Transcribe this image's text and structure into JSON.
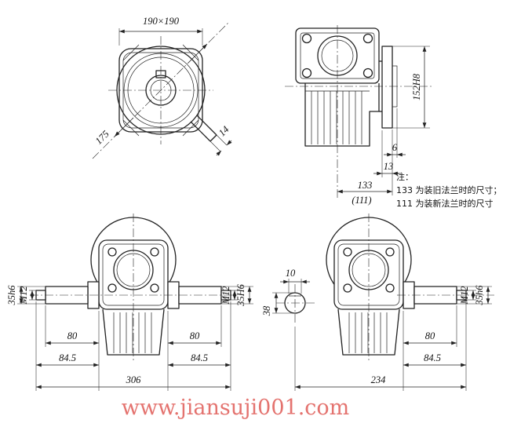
{
  "watermark": "www.jiansuji001.com",
  "front_view": {
    "flange_size": "190×190",
    "diagonal": "175",
    "key_width": "14"
  },
  "side_view": {
    "flange_bore": "152H8",
    "gap": "6",
    "flange_thickness": "13",
    "mount_length_old": "133",
    "mount_length_new": "(111)"
  },
  "notes": {
    "prefix": "注：",
    "line1": "133 为装旧法兰时的尺寸；",
    "line2": "111 为装新法兰时的尺寸"
  },
  "dual_shaft_view": {
    "left_shaft_dia": "35h6",
    "left_thread": "M12",
    "right_thread": "M12",
    "right_shaft_dia": "35H6",
    "shaft_length_left": "80",
    "shaft_length_right": "80",
    "end_length_left": "84.5",
    "end_length_right": "84.5",
    "overall_width": "306"
  },
  "single_shaft_view": {
    "key_width": "10",
    "shaft_end_dia": "38",
    "thread": "M12",
    "shaft_dia": "35h6",
    "shaft_length": "80",
    "end_length": "84.5",
    "overall_width": "234"
  }
}
